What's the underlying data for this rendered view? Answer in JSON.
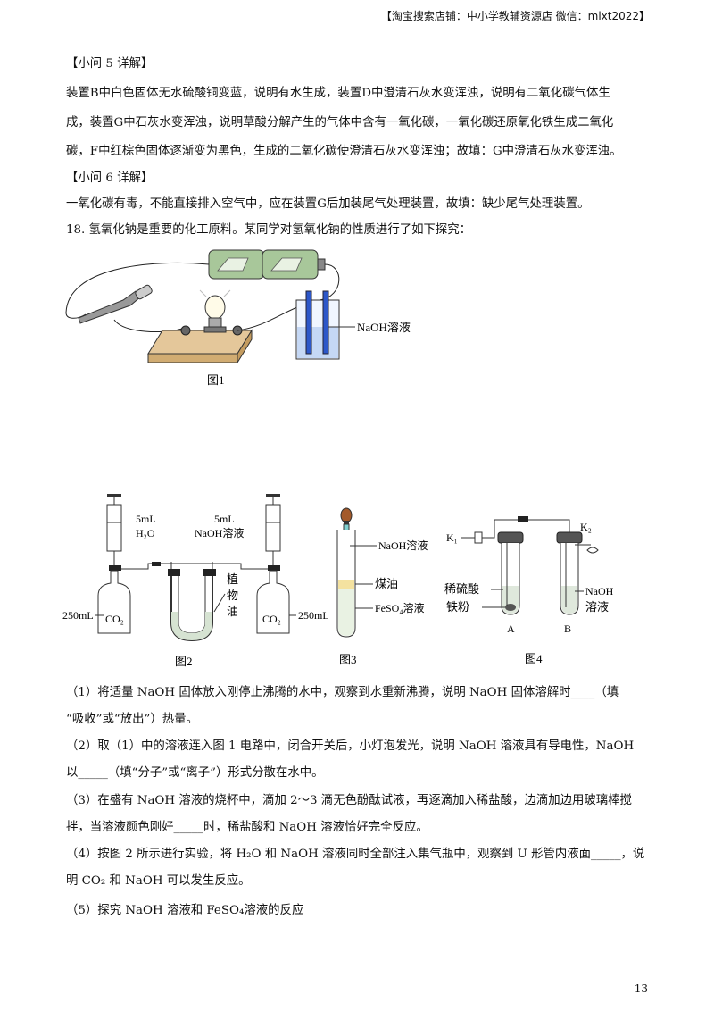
{
  "header": "【淘宝搜索店铺：中小学教辅资源店  微信：mlxt2022】",
  "lines": [
    "【小问 5 详解】",
    "装置B中白色固体无水硫酸铜变蓝，说明有水生成，装置D中澄清石灰水变浑浊，说明有二氧化碳气体生",
    "成，装置G中石灰水变浑浊，说明草酸分解产生的气体中含有一氧化碳，一氧化碳还原氧化铁生成二氧化",
    "碳，F中红棕色固体逐渐变为黑色，生成的二氧化碳使澄清石灰水变浑浊；故填：G中澄清石灰水变浑浊。",
    "【小问 6 详解】",
    "一氧化碳有毒，不能直接排入空气中，应在装置G后加装尾气处理装置，故填：缺少尾气处理装置。",
    "18. 氢氧化钠是重要的化工原料。某同学对氢氧化钠的性质进行了如下探究："
  ],
  "fig1": {
    "label": "NaOH溶液",
    "caption": "图1"
  },
  "fig2": {
    "syringe_left": "5mL",
    "syringe_left_sub": "H₂O",
    "syringe_right": "5mL",
    "syringe_right_sub": "NaOH溶液",
    "vol_left": "250mL",
    "vol_right": "250mL",
    "gas_left": "CO₂",
    "gas_right": "CO₂",
    "oil_label": [
      "植",
      "物",
      "油"
    ],
    "caption": "图2"
  },
  "fig3": {
    "label1": "NaOH溶液",
    "label2": "煤油",
    "label3": "FeSO₄溶液",
    "caption": "图3"
  },
  "fig4": {
    "k1": "K₁",
    "k2": "K₂",
    "acid": "稀硫酸",
    "iron": "铁粉",
    "naoh1": "NaOH",
    "naoh2": "溶液",
    "a": "A",
    "b": "B",
    "caption": "图4"
  },
  "questions": [
    "（1）将适量 NaOH 固体放入刚停止沸腾的水中，观察到水重新沸腾，说明 NaOH 固体溶解时____（填",
    "“吸收”或“放出”）热量。",
    "（2）取（1）中的溶液连入图 1 电路中，闭合开关后，小灯泡发光，说明 NaOH 溶液具有导电性，NaOH",
    "以_____（填“分子”或“离子”）形式分散在水中。",
    "（3）在盛有 NaOH 溶液的烧杯中，滴加 2～3 滴无色酚酞试液，再逐滴加入稀盐酸，边滴加边用玻璃棒搅",
    "拌，当溶液颜色刚好_____时，稀盐酸和 NaOH 溶液恰好完全反应。",
    "（4）按图 2 所示进行实验，将 H₂O 和 NaOH 溶液同时全部注入集气瓶中，观察到 U 形管内液面_____，说",
    "明 CO₂ 和 NaOH 可以发生反应。",
    "（5）探究 NaOH 溶液和 FeSO₄溶液的反应"
  ],
  "page_number": "13"
}
